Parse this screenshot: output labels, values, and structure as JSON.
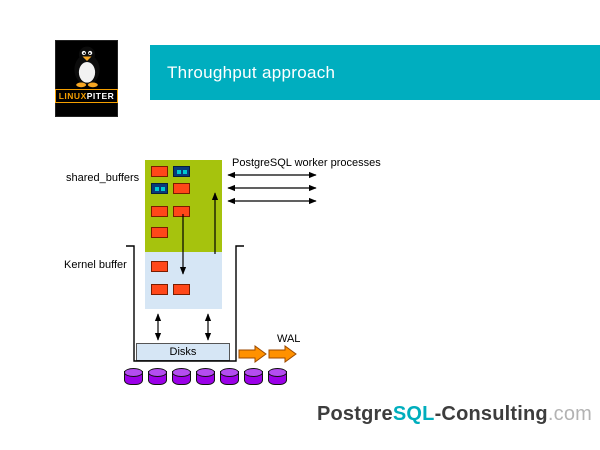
{
  "title": "Throughput approach",
  "logo": {
    "line1": "LINUX",
    "line2": "PITER"
  },
  "diagram": {
    "shared_buffers_label": "shared_buffers",
    "worker_processes_label": "PostgreSQL worker processes",
    "kernel_buffer_label": "Kernel buffer",
    "disks_label": "Disks",
    "wal_label": "WAL",
    "shared_buffer_rows": [
      [
        "orange",
        "navy"
      ],
      [
        "navy",
        "orange"
      ],
      [
        "orange",
        "orange"
      ],
      [
        "orange"
      ]
    ],
    "kernel_buffer_rows": [
      [
        "orange"
      ],
      [
        "orange",
        "orange"
      ]
    ],
    "disk_count": 7
  },
  "footer": {
    "p1": "Postgre",
    "p2": "SQL",
    "p3": "-Consulting",
    "p4": ".com"
  },
  "icons": {
    "penguin": "tux-penguin-icon",
    "disk": "disk-cylinder-icon"
  },
  "colors": {
    "header_teal": "#00aebf",
    "buffer_green": "#a6c30d",
    "block_orange": "#ff4719",
    "block_navy": "#0a3a7a",
    "kernel_blue": "#d6e6f5",
    "disk_purple": "#9b00e8",
    "wal_orange": "#ff9100",
    "brand_teal": "#00aebd",
    "logo_orange": "#f59f00"
  }
}
